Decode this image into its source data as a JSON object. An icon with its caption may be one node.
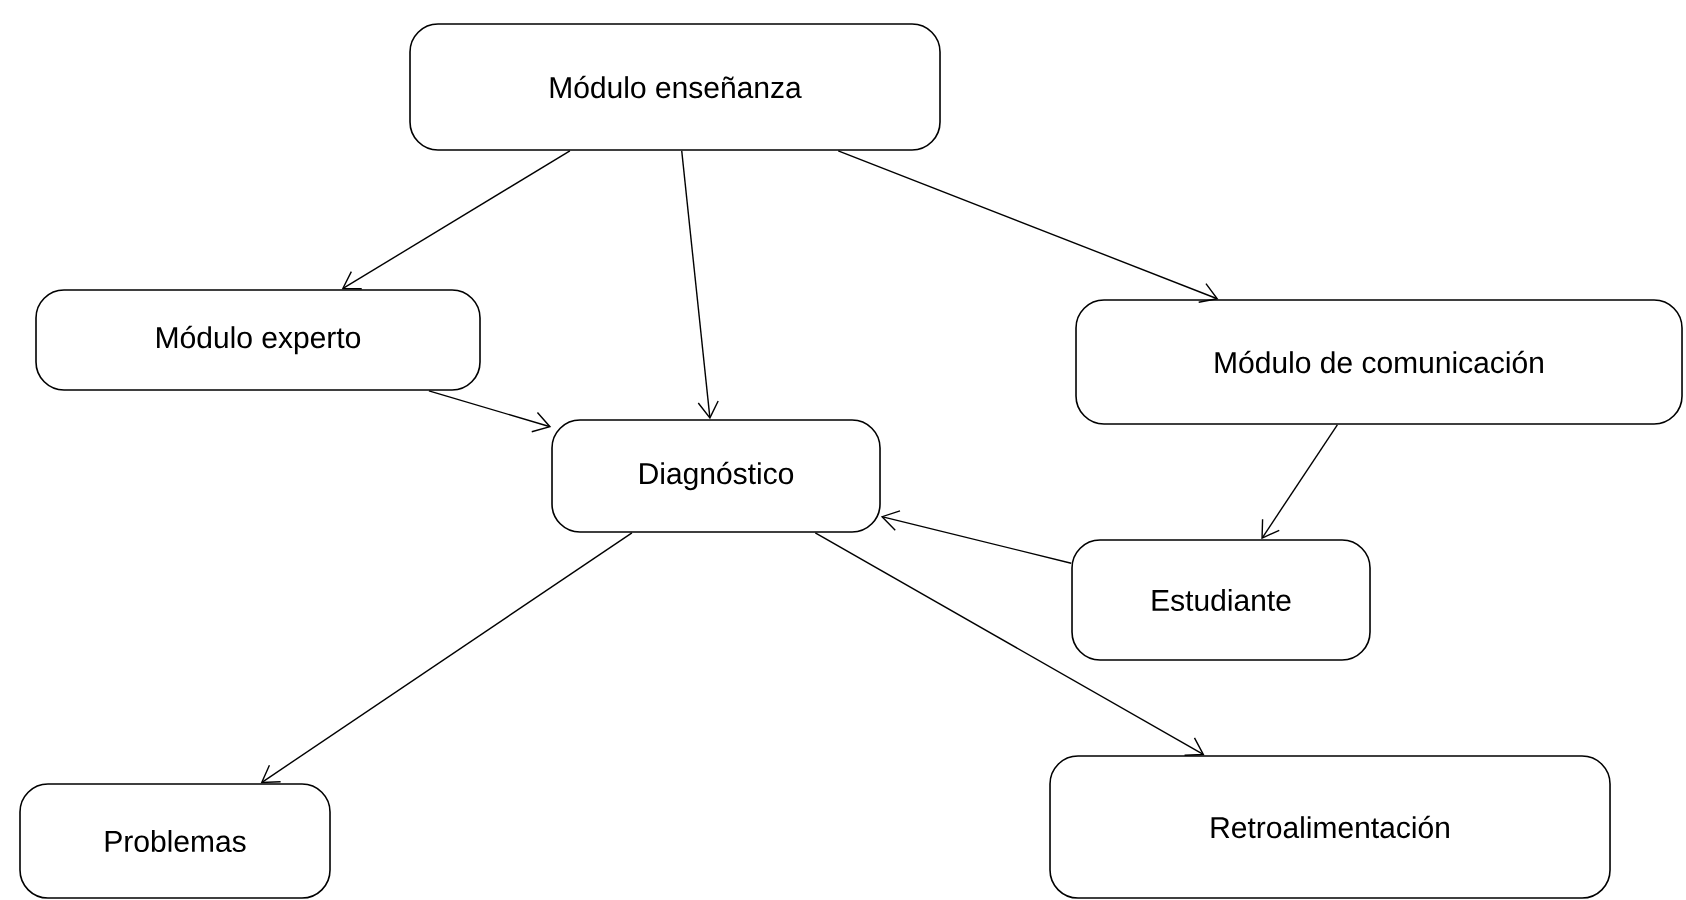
{
  "diagram": {
    "nodes": [
      {
        "text": [
          "Módulo enseñanza"
        ]
      },
      {
        "text": [
          "Módulo experto"
        ]
      },
      {
        "text": [
          "Módulo de comunicación"
        ]
      },
      {
        "text": [
          "Diagnóstico"
        ]
      },
      {
        "text": [
          "Estudiante"
        ]
      },
      {
        "text": [
          "Problemas"
        ]
      },
      {
        "text": [
          "Retroalimentación"
        ]
      }
    ],
    "edges": [
      {
        "from": 0,
        "to": 1,
        "arrow": "to"
      },
      {
        "from": 0,
        "to": 3,
        "arrow": "to"
      },
      {
        "from": 0,
        "to": 2,
        "arrow": "to"
      },
      {
        "from": 1,
        "to": 3,
        "arrow": "to"
      },
      {
        "from": 2,
        "to": 4,
        "arrow": "to"
      },
      {
        "from": 4,
        "to": 3,
        "arrow": "to"
      },
      {
        "from": 3,
        "to": 5,
        "arrow": "to"
      },
      {
        "from": 3,
        "to": 6,
        "arrow": "to"
      }
    ]
  }
}
